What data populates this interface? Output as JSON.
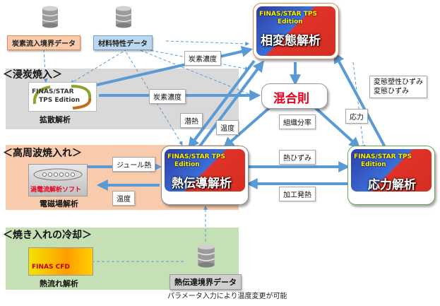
{
  "sources": {
    "carbon_boundary": "炭素流入境界データ",
    "material_props": "材料特性データ",
    "heat_boundary": "熱伝達境界データ",
    "param_note": "パラメータ入力により温度変更が可能"
  },
  "sections": {
    "carburizing": "＜浸炭焼入＞",
    "induction": "＜高周波焼入れ＞",
    "quench_cooling": "＜焼き入れの冷却＞"
  },
  "modules": {
    "phase": "相変態解析",
    "mixing": "混合則",
    "heat": "熱伝導解析",
    "stress": "応力解析",
    "diffusion": "拡散解析",
    "em": "電磁場解析",
    "flow": "熱流れ解析"
  },
  "logos": {
    "finas_star_line1": "FINAS/STAR TPS",
    "finas_star_line2": "Edition",
    "diffusion_logo_line1": "FINAS/STAR",
    "diffusion_logo_line2": "TPS Edition",
    "em_software": "渦電流解析ソフト",
    "finas_cfd": "FINAS CFD"
  },
  "labels": {
    "carbon_conc_1": "炭素濃度",
    "carbon_conc_2": "炭素濃度",
    "latent_heat": "潜熱",
    "temperature_1": "温度",
    "structure_fraction": "組織分率",
    "stress_label": "応力",
    "strain_line1": "変態塑性ひずみ",
    "strain_line2": "変態ひずみ",
    "joule_heat": "ジュール熱",
    "temperature_2": "温度",
    "thermal_strain": "熱ひずみ",
    "work_heat": "加工発熱"
  },
  "colors": {
    "arrow": "#5b9bd5",
    "carburize_bg": "#d9d9d9",
    "induction_bg": "#f8cbad",
    "cooling_bg": "#c5e0b4",
    "red_text": "#e8001c"
  }
}
